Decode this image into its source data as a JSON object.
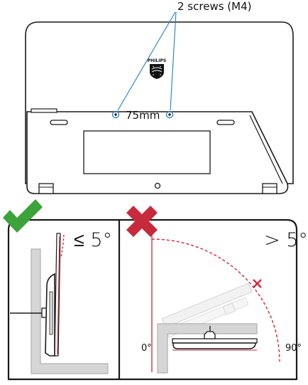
{
  "labels": {
    "screws": "2 screws (M4)",
    "mount_distance": "75mm",
    "brand": "PHILIPS",
    "allowed_tilt": "≤ 5°",
    "disallowed_tilt": "> 5°",
    "angle_start": "0°",
    "angle_end": "90°"
  },
  "indicators": {
    "allowed_icon": "check-mark-icon",
    "disallowed_icon": "cross-mark-icon",
    "allowed_color": "#3aa33a",
    "disallowed_color": "#c62a3b",
    "arc_color": "#d6243a"
  },
  "colors": {
    "outline": "#1a1a1a",
    "stand_gray": "#d6d6d6",
    "stand_stroke": "#b0b0b0",
    "screw_marker": "#1e7fc2"
  }
}
